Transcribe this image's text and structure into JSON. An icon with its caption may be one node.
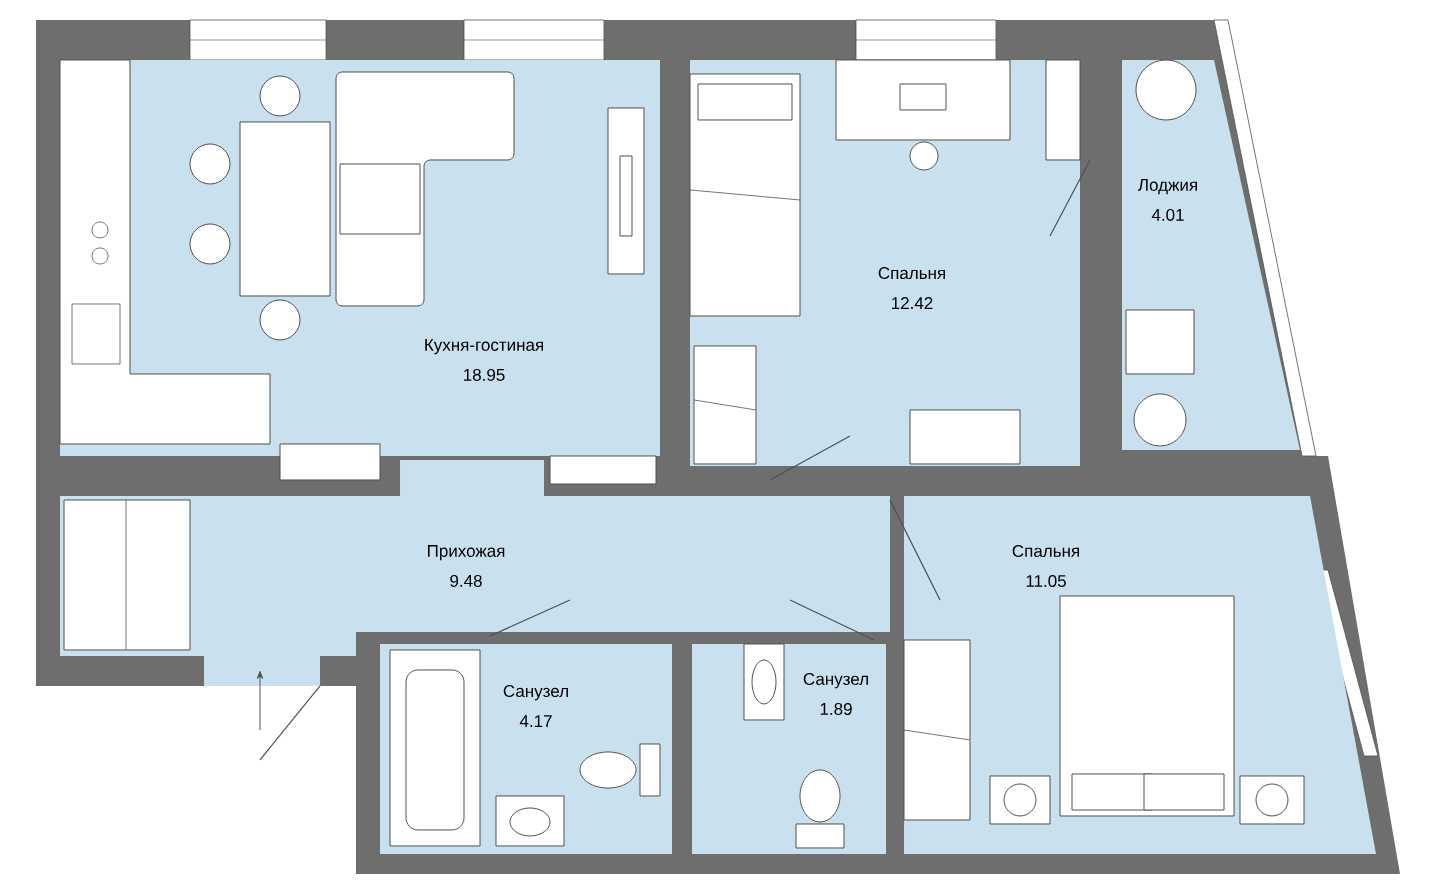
{
  "diagram": {
    "nodes": [
      {
        "text": [
          "Кухня-гостиная",
          "18.95"
        ]
      },
      {
        "text": [
          "Спальня",
          "12.42"
        ]
      },
      {
        "text": [
          "Лоджия",
          "4.01"
        ]
      },
      {
        "text": [
          "Прихожая",
          "9.48"
        ]
      },
      {
        "text": [
          "Спальня",
          "11.05"
        ]
      },
      {
        "text": [
          "Санузел",
          "4.17"
        ]
      },
      {
        "text": [
          "Санузел",
          "1.89"
        ]
      }
    ]
  }
}
